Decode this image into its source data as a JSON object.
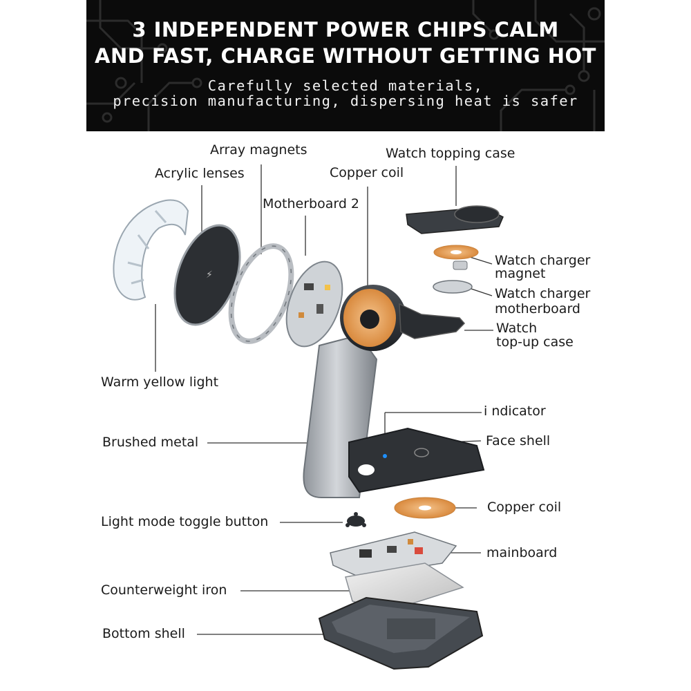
{
  "banner": {
    "headline_line1": "3 INDEPENDENT POWER CHIPS CALM",
    "headline_line2": "AND FAST, CHARGE WITHOUT GETTING HOT",
    "subline_line1": "Carefully selected materials,",
    "subline_line2": "precision manufacturing, dispersing heat is safer"
  },
  "labels": {
    "array_magnets": "Array magnets",
    "acrylic_lenses": "Acrylic lenses",
    "copper_coil_top": "Copper coil",
    "motherboard_2": "Motherboard 2",
    "watch_topping_case": "Watch topping case",
    "watch_charger_magnet_l1": "Watch charger",
    "watch_charger_magnet_l2": "magnet",
    "watch_charger_motherboard_l1": "Watch charger",
    "watch_charger_motherboard_l2": "motherboard",
    "watch_topup_case_l1": "Watch",
    "watch_topup_case_l2": "top-up case",
    "warm_yellow_light": "Warm yellow light",
    "indicator": "i      ndicator",
    "brushed_metal": "Brushed metal",
    "face_shell": "Face shell",
    "copper_coil_bottom": "Copper coil",
    "light_mode_toggle_button": "Light mode toggle button",
    "mainboard": "mainboard",
    "counterweight_iron": "Counterweight iron",
    "bottom_shell": "Bottom shell"
  },
  "colors": {
    "banner_bg": "#0b0b0b",
    "circuit_trace": "#2a2a2a",
    "copper": "#e8a25a",
    "dark_metal": "#2e3236",
    "brushed_metal": "#a9adb2",
    "leader_line": "#333333"
  }
}
